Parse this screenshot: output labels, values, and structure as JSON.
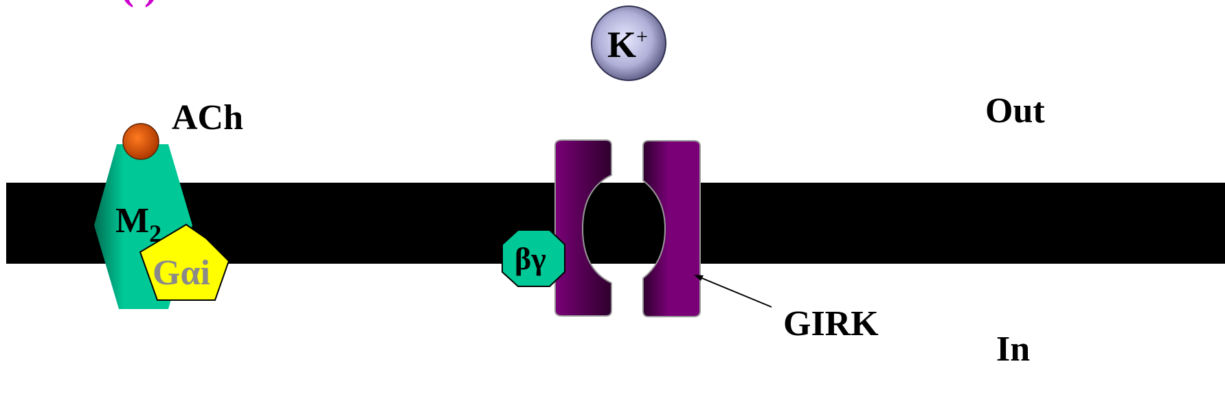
{
  "labels": {
    "out": "Out",
    "in": "In",
    "ach": "ACh",
    "m2_main": "M",
    "m2_sub": "2",
    "galpha_g": "G",
    "galpha_rest": "αi",
    "beta_gamma": "βγ",
    "girk": "GIRK",
    "k_ion": "K",
    "k_charge": "+",
    "top_clipped": "(      )"
  },
  "colors": {
    "membrane": "#000000",
    "receptor": "#00c896",
    "receptor_shade": "#006e52",
    "ach_ball": "#e85a00",
    "galpha": "#ffff00",
    "galpha_text": "#8a8a8a",
    "beta_gamma": "#00c896",
    "girk": "#7a0078",
    "girk_dark": "#3a0038",
    "k_ball": "#b8b8e0",
    "top_label": "#cc00cc"
  }
}
